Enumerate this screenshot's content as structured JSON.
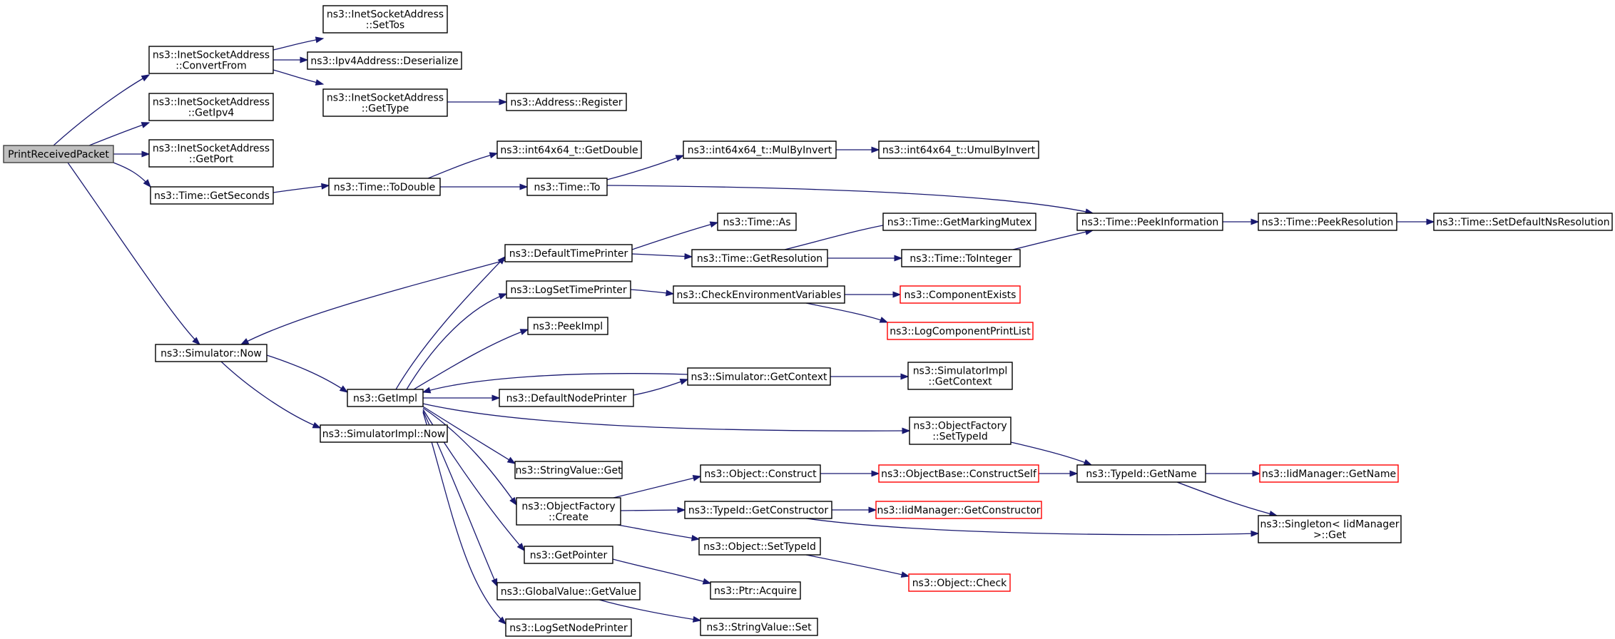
{
  "diagram": {
    "type": "call-graph",
    "colors": {
      "edge": "#191970",
      "root_fill": "#bfbfbf",
      "border": "#000000",
      "truncated_border": "#ff0000"
    },
    "nodes": [
      {
        "id": "root",
        "lines": [
          "PrintReceivedPacket"
        ],
        "kind": "root"
      },
      {
        "id": "convfrom",
        "lines": [
          "ns3::InetSocketAddress",
          "::ConvertFrom"
        ]
      },
      {
        "id": "settos",
        "lines": [
          "ns3::InetSocketAddress",
          "::SetTos"
        ]
      },
      {
        "id": "deser",
        "lines": [
          "ns3::Ipv4Address::Deserialize"
        ]
      },
      {
        "id": "isa_gettype",
        "lines": [
          "ns3::InetSocketAddress",
          "::GetType"
        ]
      },
      {
        "id": "addrreg",
        "lines": [
          "ns3::Address::Register"
        ]
      },
      {
        "id": "getipv4",
        "lines": [
          "ns3::InetSocketAddress",
          "::GetIpv4"
        ]
      },
      {
        "id": "getport",
        "lines": [
          "ns3::InetSocketAddress",
          "::GetPort"
        ]
      },
      {
        "id": "getsec",
        "lines": [
          "ns3::Time::GetSeconds"
        ]
      },
      {
        "id": "todouble",
        "lines": [
          "ns3::Time::ToDouble"
        ]
      },
      {
        "id": "i64getdouble",
        "lines": [
          "ns3::int64x64_t::GetDouble"
        ]
      },
      {
        "id": "timeto",
        "lines": [
          "ns3::Time::To"
        ]
      },
      {
        "id": "mulbyinv",
        "lines": [
          "ns3::int64x64_t::MulByInvert"
        ]
      },
      {
        "id": "umulbyinv",
        "lines": [
          "ns3::int64x64_t::UmulByInvert"
        ]
      },
      {
        "id": "peekinfo",
        "lines": [
          "ns3::Time::PeekInformation"
        ]
      },
      {
        "id": "peekres",
        "lines": [
          "ns3::Time::PeekResolution"
        ]
      },
      {
        "id": "setdefns",
        "lines": [
          "ns3::Time::SetDefaultNsResolution"
        ]
      },
      {
        "id": "simnow",
        "lines": [
          "ns3::Simulator::Now"
        ]
      },
      {
        "id": "deftp",
        "lines": [
          "ns3::DefaultTimePrinter"
        ]
      },
      {
        "id": "timeas",
        "lines": [
          "ns3::Time::As"
        ]
      },
      {
        "id": "getres",
        "lines": [
          "ns3::Time::GetResolution"
        ]
      },
      {
        "id": "getmutex",
        "lines": [
          "ns3::Time::GetMarkingMutex"
        ]
      },
      {
        "id": "toint",
        "lines": [
          "ns3::Time::ToInteger"
        ]
      },
      {
        "id": "logsettp",
        "lines": [
          "ns3::LogSetTimePrinter"
        ]
      },
      {
        "id": "checkenv",
        "lines": [
          "ns3::CheckEnvironmentVariables"
        ]
      },
      {
        "id": "compexists",
        "lines": [
          "ns3::ComponentExists"
        ],
        "kind": "red"
      },
      {
        "id": "logcompprint",
        "lines": [
          "ns3::LogComponentPrintList"
        ],
        "kind": "red"
      },
      {
        "id": "peekimpl",
        "lines": [
          "ns3::PeekImpl"
        ]
      },
      {
        "id": "getimpl",
        "lines": [
          "ns3::GetImpl"
        ]
      },
      {
        "id": "simgetctx",
        "lines": [
          "ns3::Simulator::GetContext"
        ]
      },
      {
        "id": "simimplgetctx",
        "lines": [
          "ns3::SimulatorImpl",
          "::GetContext"
        ]
      },
      {
        "id": "defnp",
        "lines": [
          "ns3::DefaultNodePrinter"
        ]
      },
      {
        "id": "simimplnow",
        "lines": [
          "ns3::SimulatorImpl::Now"
        ]
      },
      {
        "id": "ofsettypeid",
        "lines": [
          "ns3::ObjectFactory",
          "::SetTypeId"
        ]
      },
      {
        "id": "typeidgetname",
        "lines": [
          "ns3::TypeId::GetName"
        ]
      },
      {
        "id": "iidgetname",
        "lines": [
          "ns3::IidManager::GetName"
        ],
        "kind": "red"
      },
      {
        "id": "singleton",
        "lines": [
          "ns3::Singleton< IidManager",
          ">::Get"
        ]
      },
      {
        "id": "strvalget",
        "lines": [
          "ns3::StringValue::Get"
        ]
      },
      {
        "id": "objconstruct",
        "lines": [
          "ns3::Object::Construct"
        ]
      },
      {
        "id": "objbaseconstruct",
        "lines": [
          "ns3::ObjectBase::ConstructSelf"
        ],
        "kind": "red"
      },
      {
        "id": "ofcreate",
        "lines": [
          "ns3::ObjectFactory",
          "::Create"
        ]
      },
      {
        "id": "typeidgetctor",
        "lines": [
          "ns3::TypeId::GetConstructor"
        ]
      },
      {
        "id": "iidgetctor",
        "lines": [
          "ns3::IidManager::GetConstructor"
        ],
        "kind": "red"
      },
      {
        "id": "objsettypeid",
        "lines": [
          "ns3::Object::SetTypeId"
        ]
      },
      {
        "id": "objcheck",
        "lines": [
          "ns3::Object::Check"
        ],
        "kind": "red"
      },
      {
        "id": "getpointer",
        "lines": [
          "ns3::GetPointer"
        ]
      },
      {
        "id": "ptracquire",
        "lines": [
          "ns3::Ptr::Acquire"
        ]
      },
      {
        "id": "gvgetvalue",
        "lines": [
          "ns3::GlobalValue::GetValue"
        ]
      },
      {
        "id": "strvalset",
        "lines": [
          "ns3::StringValue::Set"
        ]
      },
      {
        "id": "logsetnp",
        "lines": [
          "ns3::LogSetNodePrinter"
        ]
      }
    ]
  }
}
